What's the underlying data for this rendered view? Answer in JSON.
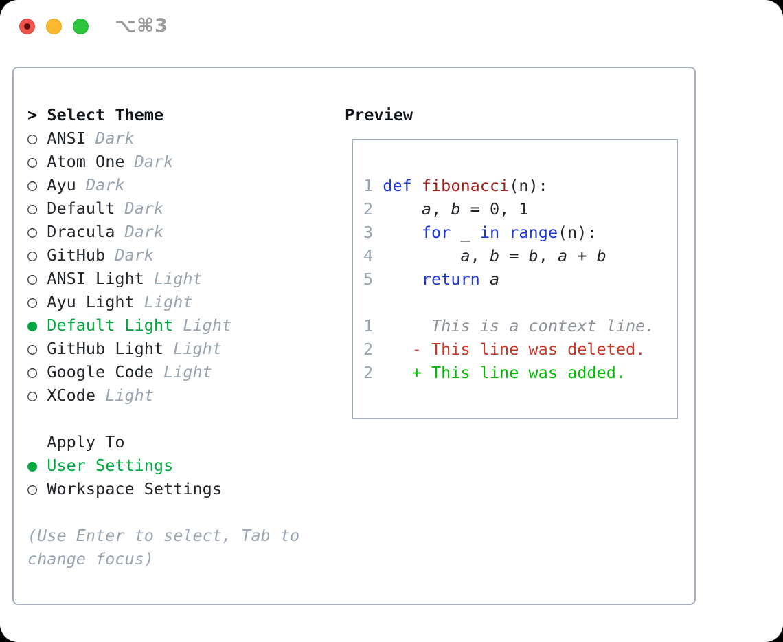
{
  "window": {
    "title": "⌥⌘3",
    "traffic_lights": [
      "close",
      "minimize",
      "zoom"
    ]
  },
  "colors": {
    "fg": "#22262a",
    "heading": "#101418",
    "meta": "#9aa5b1",
    "num": "#9aa5b1",
    "ctx": "#8d9399",
    "green": "#00a83f",
    "add": "#00bb00",
    "del": "#c8382b",
    "kw": "#2038d8",
    "fn": "#a3211c",
    "border": "#a7b0ba"
  },
  "theme_selector": {
    "header_prefix": ">",
    "header_label": "Select Theme",
    "themes": [
      {
        "name": "ANSI",
        "variant": "Dark",
        "selected": false
      },
      {
        "name": "Atom One",
        "variant": "Dark",
        "selected": false
      },
      {
        "name": "Ayu",
        "variant": "Dark",
        "selected": false
      },
      {
        "name": "Default",
        "variant": "Dark",
        "selected": false
      },
      {
        "name": "Dracula",
        "variant": "Dark",
        "selected": false
      },
      {
        "name": "GitHub",
        "variant": "Dark",
        "selected": false
      },
      {
        "name": "ANSI Light",
        "variant": "Light",
        "selected": false
      },
      {
        "name": "Ayu Light",
        "variant": "Light",
        "selected": false
      },
      {
        "name": "Default Light",
        "variant": "Light",
        "selected": true
      },
      {
        "name": "GitHub Light",
        "variant": "Light",
        "selected": false
      },
      {
        "name": "Google Code",
        "variant": "Light",
        "selected": false
      },
      {
        "name": "XCode",
        "variant": "Light",
        "selected": false
      }
    ],
    "apply_header": "Apply To",
    "apply_options": [
      {
        "label": "User Settings",
        "selected": true
      },
      {
        "label": "Workspace Settings",
        "selected": false
      }
    ],
    "hint_line1": "(Use Enter to select, Tab to",
    "hint_line2": "change focus)"
  },
  "preview": {
    "header": "Preview",
    "lines": [
      {
        "num": "1",
        "tokens": [
          {
            "t": "def ",
            "c": "kw"
          },
          {
            "t": "fibonacci",
            "c": "fn"
          },
          {
            "t": "(n):",
            "c": "fg"
          }
        ]
      },
      {
        "num": "2",
        "tokens": [
          {
            "t": "    ",
            "c": "fg"
          },
          {
            "t": "a",
            "c": "var"
          },
          {
            "t": ", ",
            "c": "fg"
          },
          {
            "t": "b",
            "c": "var"
          },
          {
            "t": " = 0, 1",
            "c": "fg"
          }
        ]
      },
      {
        "num": "3",
        "tokens": [
          {
            "t": "    ",
            "c": "fg"
          },
          {
            "t": "for",
            "c": "kw"
          },
          {
            "t": " _ ",
            "c": "fg"
          },
          {
            "t": "in",
            "c": "kw"
          },
          {
            "t": " ",
            "c": "fg"
          },
          {
            "t": "range",
            "c": "kw"
          },
          {
            "t": "(n):",
            "c": "fg"
          }
        ]
      },
      {
        "num": "4",
        "tokens": [
          {
            "t": "        ",
            "c": "fg"
          },
          {
            "t": "a",
            "c": "var"
          },
          {
            "t": ", ",
            "c": "fg"
          },
          {
            "t": "b",
            "c": "var"
          },
          {
            "t": " = ",
            "c": "fg"
          },
          {
            "t": "b",
            "c": "var"
          },
          {
            "t": ", ",
            "c": "fg"
          },
          {
            "t": "a",
            "c": "var"
          },
          {
            "t": " + ",
            "c": "fg"
          },
          {
            "t": "b",
            "c": "var"
          }
        ]
      },
      {
        "num": "5",
        "tokens": [
          {
            "t": "    ",
            "c": "fg"
          },
          {
            "t": "return",
            "c": "kw"
          },
          {
            "t": " ",
            "c": "fg"
          },
          {
            "t": "a",
            "c": "var"
          }
        ]
      },
      {
        "num": "",
        "tokens": []
      },
      {
        "num": "1",
        "tokens": [
          {
            "t": "     This is a context line.",
            "c": "ctx"
          }
        ]
      },
      {
        "num": "2",
        "tokens": [
          {
            "t": "   - This line was deleted.",
            "c": "del"
          }
        ]
      },
      {
        "num": "2",
        "tokens": [
          {
            "t": "   + This line was added.",
            "c": "add"
          }
        ]
      }
    ]
  }
}
